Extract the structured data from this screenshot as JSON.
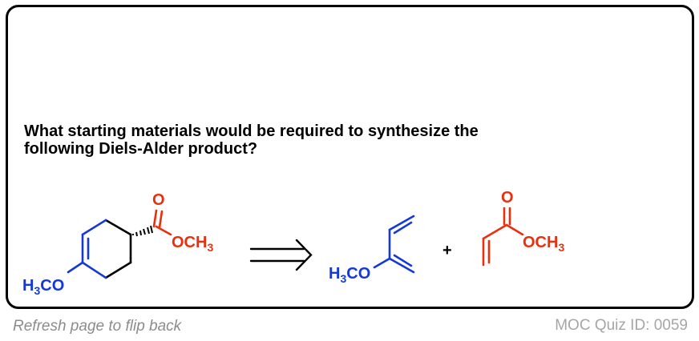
{
  "question": {
    "line1": "What starting materials would be required to synthesize the",
    "line2": "following Diels-Alder product?"
  },
  "product": {
    "carbonyl_o": "O",
    "ester_group": "OCH",
    "ester_sub": "3",
    "methoxy_prefix": "H",
    "methoxy_sub": "3",
    "methoxy_suffix": "CO"
  },
  "diene": {
    "methoxy_prefix": "H",
    "methoxy_sub": "3",
    "methoxy_suffix": "CO"
  },
  "plus_sign": "+",
  "dienophile": {
    "carbonyl_o": "O",
    "ester_group": "OCH",
    "ester_sub": "3"
  },
  "footer": {
    "hint": "Refresh page to flip back",
    "quiz_id": "MOC Quiz ID: 0059"
  },
  "colors": {
    "diene_blue": "#1439d6",
    "dienophile_red": "#e8300f",
    "bond_black": "#000000",
    "hint_gray": "#8c8c8c"
  }
}
